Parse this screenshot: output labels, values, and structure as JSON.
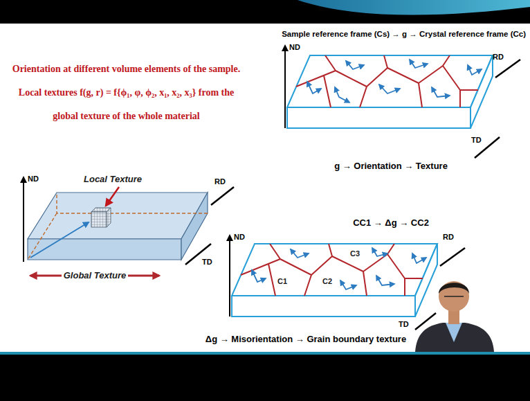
{
  "diagram": {
    "labels": [
      "Sample reference frame (Cs) → g → Crystal reference frame (Cc)",
      "Orientation at different volume elements of the sample. Local textures f(g, r) = f{ϕ₁, φ, ϕ₂, x₁, x₂, x₃} from the global texture of the whole material",
      "ND",
      "RD",
      "TD",
      "g → Orientation → Texture",
      "Local Texture",
      "ND",
      "RD",
      "TD",
      "Global Texture",
      "CC1 → Δg → CC2",
      "ND",
      "RD",
      "TD",
      "C1",
      "C2",
      "C3",
      "Δg → Misorientation → Grain boundary texture"
    ]
  }
}
